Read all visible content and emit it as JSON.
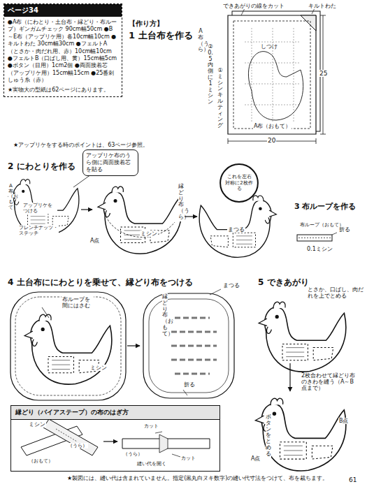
{
  "diagram": {
    "nodes": [
      {
        "text": [
          "ページ34",
          "●A布（にわとり・土台布・縁どり・布ループ）ギンガムチェック 90cm幅50cm ●B～E布（アップリケ用）各10cm幅10cm ●キルトわた 30cm幅30cm ●フェルトA（とさか・肉だれ用、赤）10cm幅10cm ●フェルトB（口ばし用、黄）15cm幅5cm ●ボタン（目用）1cm2個 ●両面接着芯（アップリケ用）15cm幅15cm ●25番刺しゅう糸（赤）",
          "★実物大の型紙は62ページにあります。"
        ]
      },
      {
        "text": [
          "アップリケ布のうら側に両面接着芯を貼る"
        ]
      },
      {
        "text": [
          "これを左右対称に2枚作る"
        ]
      },
      {
        "text": [
          "縁どり（バイアステープ）の布のはぎ方"
        ]
      }
    ],
    "labels": [
      "【作り方】",
      "1 土台布を作る",
      "できあがりの線をカット",
      "キルトわた",
      "しつけ",
      "A布（うら）",
      "②0.5内側に1ミシン",
      "①ミシンキルティング",
      "A布（おもて）",
      "25",
      "20",
      "★アップリケをする時のポイントは、63ページ参照。",
      "2 にわとりを作る",
      "A布（おもて）",
      "アップリケをつける",
      "フレンチナッツ・ステッチ",
      "A点",
      "ミシン",
      "縁どり布（うら）",
      "まつる",
      "3 布ループを作る",
      "布ループ（おもて）",
      "折る",
      "0.1ミシン",
      "4 土台布ににわとりを乗せて、縁どり布をつける",
      "布ループを間にはさむ",
      "ミシン",
      "縁どり布（おもて）",
      "まつる",
      "折る",
      "5 できあがり",
      "とさか、口ばし、肉だれを上でとめる",
      "2枚合わせて縁どり布のきわを縫う（A～B点まで）",
      "ボタンをとめる",
      "A点",
      "B点",
      "ミシン",
      "（うら）",
      "（おもて）",
      "カット",
      "（うら）",
      "縫い代を開く",
      "カット",
      "★製図には、縫い代は含まれていません。指定(黒丸白ヌキ数字)の縫い代寸法をつけて、布を裁ちます。",
      "61"
    ]
  }
}
